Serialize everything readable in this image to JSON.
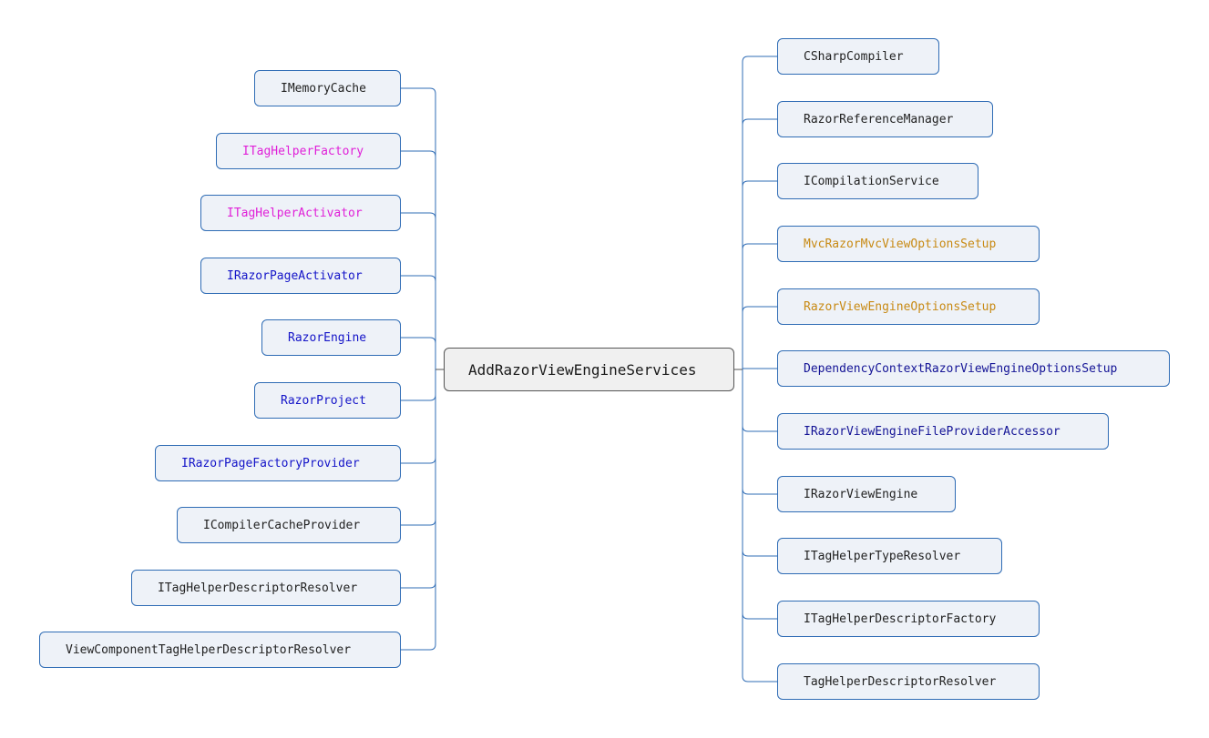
{
  "center": {
    "label": "AddRazorViewEngineServices"
  },
  "left_nodes": [
    {
      "label": "IMemoryCache",
      "color": "#222222"
    },
    {
      "label": "ITagHelperFactory",
      "color": "#e020d8"
    },
    {
      "label": "ITagHelperActivator",
      "color": "#e020d8"
    },
    {
      "label": "IRazorPageActivator",
      "color": "#1414c8"
    },
    {
      "label": "RazorEngine",
      "color": "#1414c8"
    },
    {
      "label": "RazorProject",
      "color": "#1414c8"
    },
    {
      "label": "IRazorPageFactoryProvider",
      "color": "#1414c8"
    },
    {
      "label": "ICompilerCacheProvider",
      "color": "#222222"
    },
    {
      "label": "ITagHelperDescriptorResolver",
      "color": "#222222"
    },
    {
      "label": "ViewComponentTagHelperDescriptorResolver",
      "color": "#222222"
    }
  ],
  "right_nodes": [
    {
      "label": "CSharpCompiler",
      "color": "#222222"
    },
    {
      "label": "RazorReferenceManager",
      "color": "#222222"
    },
    {
      "label": "ICompilationService",
      "color": "#222222"
    },
    {
      "label": "MvcRazorMvcViewOptionsSetup",
      "color": "#c88a14"
    },
    {
      "label": "RazorViewEngineOptionsSetup",
      "color": "#c88a14"
    },
    {
      "label": "DependencyContextRazorViewEngineOptionsSetup",
      "color": "#141496"
    },
    {
      "label": "IRazorViewEngineFileProviderAccessor",
      "color": "#141496"
    },
    {
      "label": "IRazorViewEngine",
      "color": "#222222"
    },
    {
      "label": "ITagHelperTypeResolver",
      "color": "#222222"
    },
    {
      "label": "ITagHelperDescriptorFactory",
      "color": "#222222"
    },
    {
      "label": "TagHelperDescriptorResolver",
      "color": "#222222"
    }
  ]
}
